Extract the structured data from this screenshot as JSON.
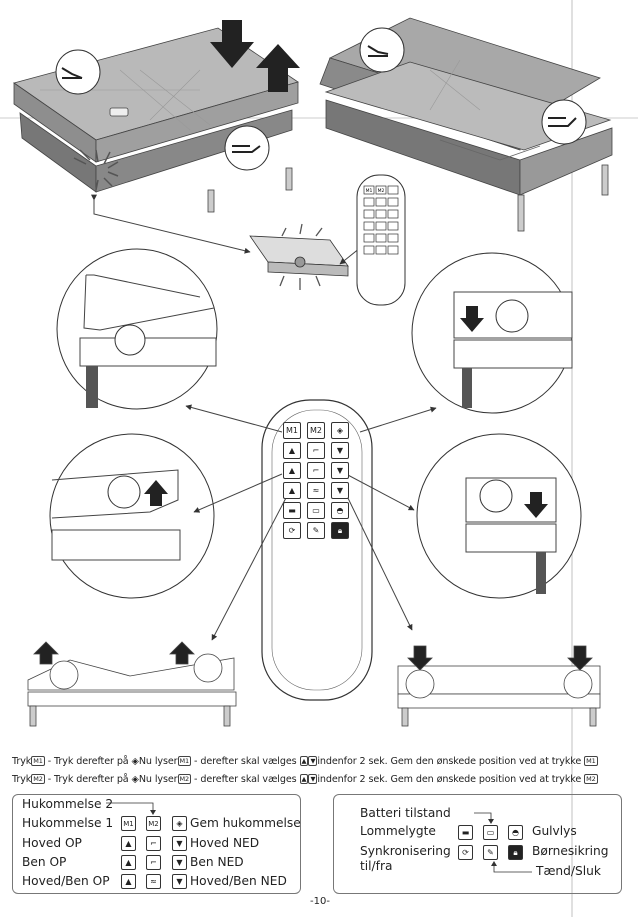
{
  "instructions": {
    "line1": {
      "pre": "Tryk",
      "key1": "M1",
      "mid1": " - Tryk derefter på ",
      "mid2": "Nu lyser",
      "key2": "M1",
      "mid3": " - derefter skal vælges ",
      "mid4": "indenfor 2 sek. Gem den ønskede position ved at trykke",
      "key3": "M1"
    },
    "line2": {
      "pre": "Tryk",
      "key1": "M2",
      "mid1": " - Tryk derefter på ",
      "mid2": "Nu lyser",
      "key2": "M2",
      "mid3": " - derefter skal vælges ",
      "mid4": "indenfor 2 sek. Gem den ønskede position ved at trykke",
      "key3": "M2"
    }
  },
  "legend_left": {
    "memory2": "Hukommelse 2",
    "memory1": "Hukommelse 1",
    "head_up": "Hoved OP",
    "leg_up": "Ben OP",
    "headleg_up": "Hoved/Ben OP",
    "save_memory": "Gem hukommelse",
    "head_down": "Hoved NED",
    "leg_down": "Ben NED",
    "headleg_down": "Hoved/Ben NED",
    "m1": "M1",
    "m2": "M2"
  },
  "legend_right": {
    "battery": "Batteri tilstand",
    "flashlight": "Lommelygte",
    "floor_light": "Gulvlys",
    "sync": "Synkronisering",
    "sync2": "til/fra",
    "child_lock": "Børnesikring",
    "power": "Tænd/Sluk"
  },
  "remote": {
    "m1": "M1",
    "m2": "M2"
  },
  "small_remote": {
    "m1": "M1",
    "m2": "M2"
  },
  "page_number": "-10-",
  "icons": [
    "arrow-up-icon",
    "arrow-down-icon",
    "diamond-save-icon",
    "battery-icon",
    "flashlight-icon",
    "floor-light-icon",
    "sync-icon",
    "power-icon",
    "lock-icon"
  ]
}
